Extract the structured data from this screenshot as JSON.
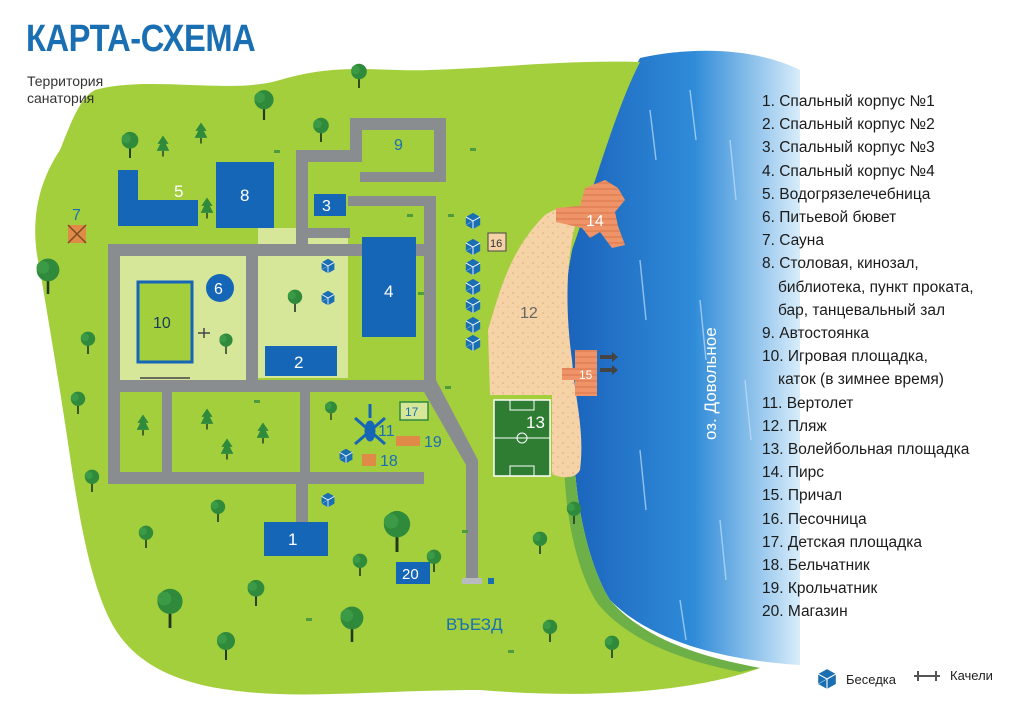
{
  "header": {
    "title": "КАРТА-СХЕМА",
    "subtitle_line1": "Территория",
    "subtitle_line2": "санатория"
  },
  "map": {
    "lake_label": "оз. Довольное",
    "entrance_label": "ВЪЕЗД",
    "markers": [
      "1",
      "2",
      "3",
      "4",
      "5",
      "6",
      "7",
      "8",
      "9",
      "10",
      "11",
      "12",
      "13",
      "14",
      "15",
      "16",
      "17",
      "18",
      "19",
      "20"
    ]
  },
  "legend": {
    "items": [
      "1. Спальный корпус №1",
      "2. Спальный корпус №2",
      "3. Спальный корпус №3",
      "4. Спальный корпус №4",
      "5. Водогрязелечебница",
      "6. Питьевой бювет",
      "7. Сауна",
      "8. Столовая, кинозал,",
      "библиотека, пункт проката,",
      "бар, танцевальный зал",
      "9. Автостоянка",
      "10. Игровая площадка,",
      "каток (в зимнее время)",
      "11. Вертолет",
      "12. Пляж",
      "13. Волейбольная площадка",
      "14. Пирс",
      "15. Причал",
      "16. Песочница",
      "17. Детская площадка",
      "18. Бельчатник",
      "19. Крольчатник",
      "20. Магазин"
    ]
  },
  "key": {
    "gazebo": "Беседка",
    "swings": "Качели"
  },
  "colors": {
    "grass": "#a4cf3c",
    "light_grass": "#d7e79a",
    "road": "#8a8d90",
    "building": "#1666b8",
    "water": "#1e72c8",
    "beach": "#f6d3a6",
    "pier": "#ec8f62",
    "tree": "#2f8a3c"
  }
}
